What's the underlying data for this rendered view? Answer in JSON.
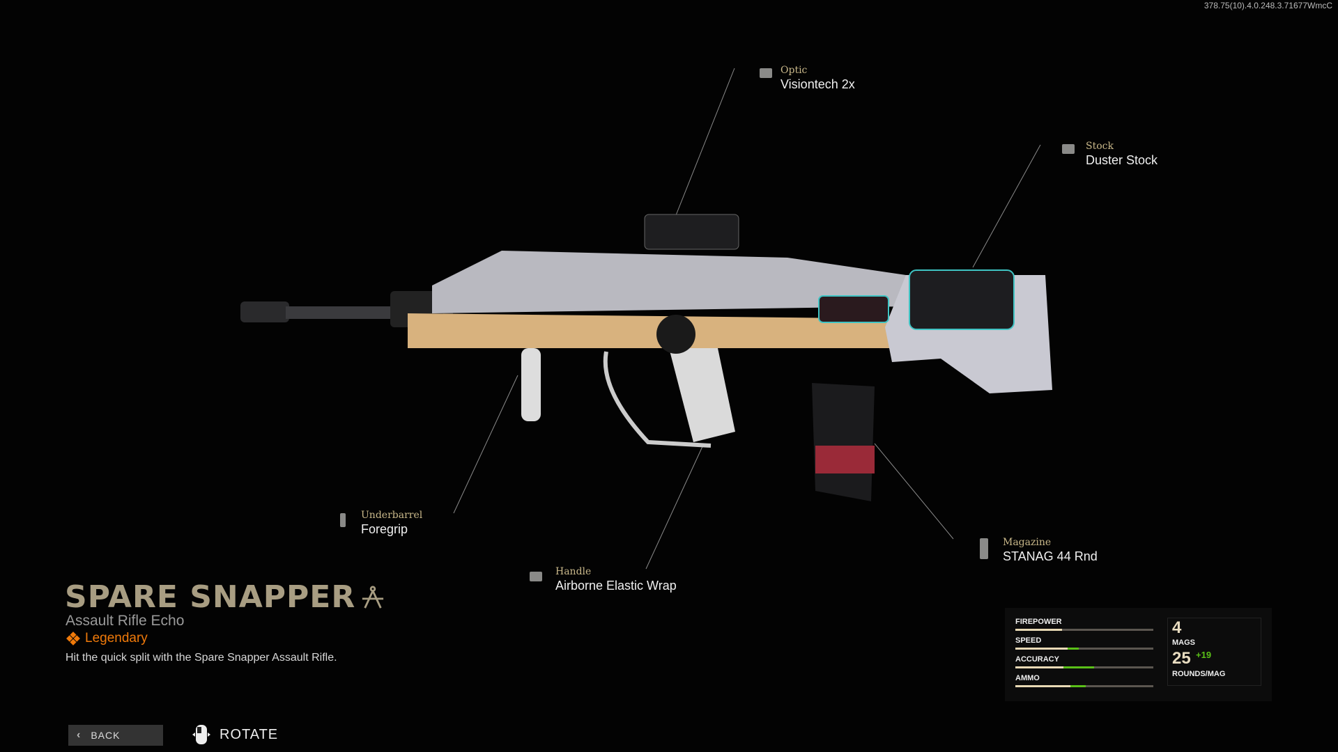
{
  "version": "378.75(10).4.0.248.3.71677WmcC",
  "weapon": {
    "name": "SPARE SNAPPER",
    "class": "Assault Rifle Echo",
    "rarity": "Legendary",
    "description": "Hit the quick split with the Spare Snapper Assault Rifle.",
    "rarity_color": "#f07a0a"
  },
  "attachments": [
    {
      "type": "Optic",
      "name": "Visiontech 2x"
    },
    {
      "type": "Stock",
      "name": "Duster Stock"
    },
    {
      "type": "Underbarrel",
      "name": "Foregrip"
    },
    {
      "type": "Handle",
      "name": "Airborne Elastic Wrap"
    },
    {
      "type": "Magazine",
      "name": "STANAG 44 Rnd"
    }
  ],
  "stats": [
    {
      "label": "FIREPOWER",
      "base": 0.34,
      "bonus": 0
    },
    {
      "label": "SPEED",
      "base": 0.38,
      "bonus": 0.08
    },
    {
      "label": "ACCURACY",
      "base": 0.35,
      "bonus": 0.22
    },
    {
      "label": "AMMO",
      "base": 0.4,
      "bonus": 0.11
    }
  ],
  "ammo": {
    "mags": "4",
    "mags_label": "MAGS",
    "rounds": "25",
    "rounds_bonus": "+19",
    "rounds_label": "ROUNDS/MAG"
  },
  "controls": {
    "back": "BACK",
    "rotate": "ROTATE"
  }
}
